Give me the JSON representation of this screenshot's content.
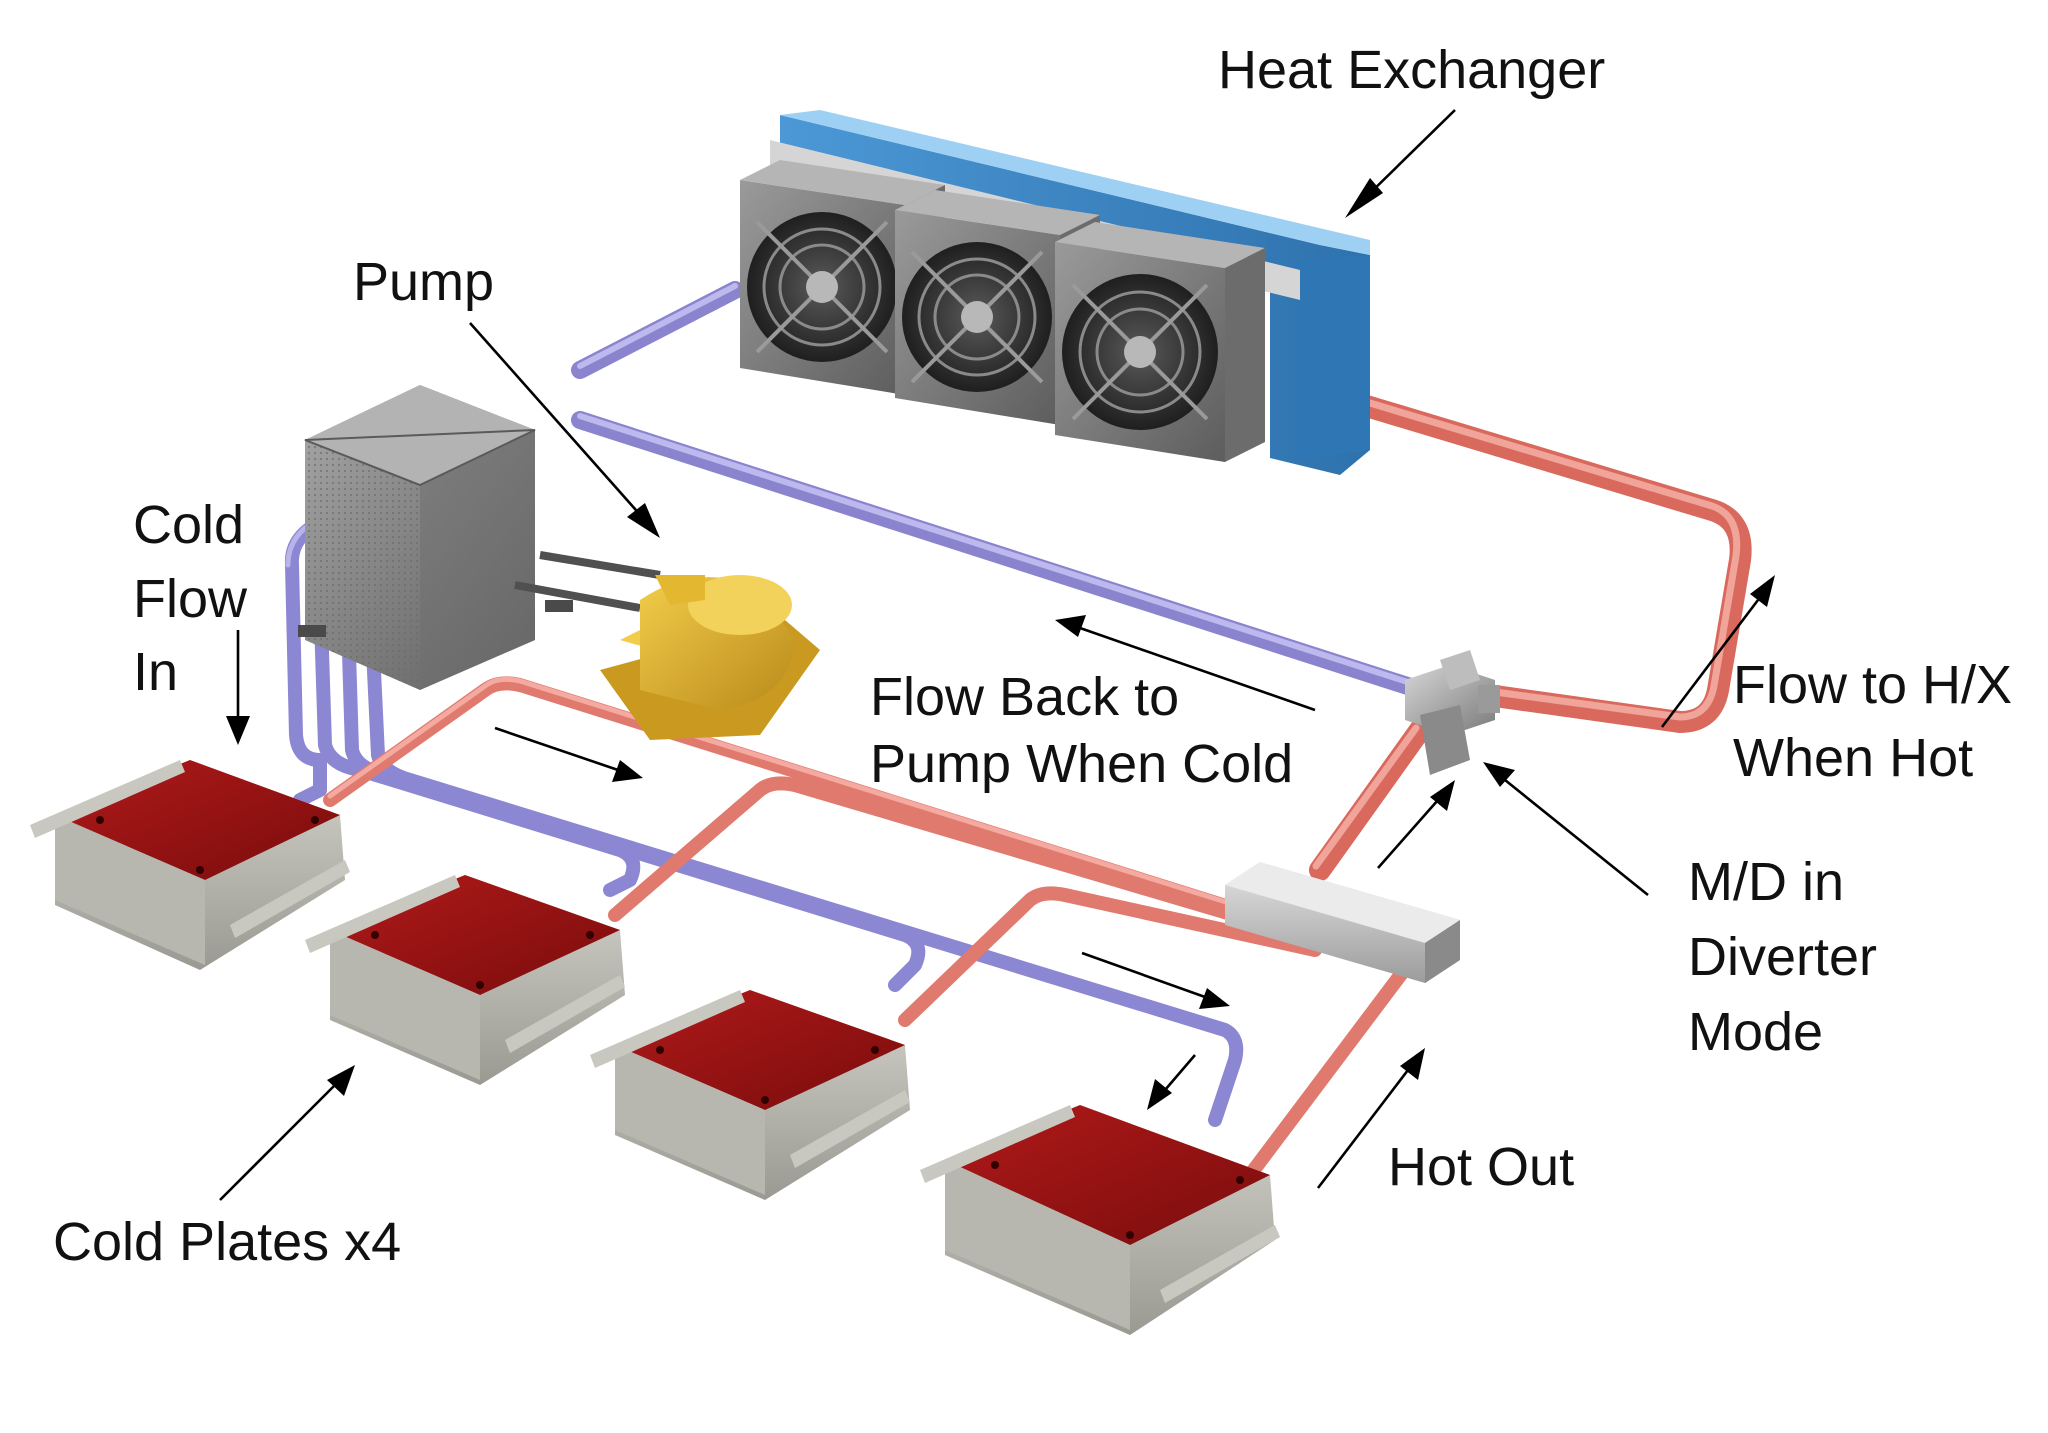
{
  "labels": {
    "heat_exchanger": "Heat Exchanger",
    "pump": "Pump",
    "cold_flow_in": [
      "Cold",
      "Flow",
      "In"
    ],
    "flow_back": [
      "Flow Back to",
      "Pump When Cold"
    ],
    "flow_to_hx": [
      "Flow to H/X",
      "When Hot"
    ],
    "md_diverter": [
      "M/D in",
      "Diverter",
      "Mode"
    ],
    "hot_out": "Hot Out",
    "cold_plates": "Cold Plates x4"
  },
  "colors": {
    "cold_line": "#8c87d2",
    "hot_line": "#e17a6e",
    "plate_top": "#8e1212",
    "heat_exchanger_frame": "#4f9ad6",
    "pump_body": "#e2b52a",
    "reservoir": "#8b8b8b"
  },
  "icons": [
    "fan-icon",
    "pump-icon",
    "cold-plate-icon",
    "heat-exchanger-icon",
    "manifold-icon",
    "diverter-valve-icon",
    "reservoir-icon",
    "arrow-icon"
  ]
}
